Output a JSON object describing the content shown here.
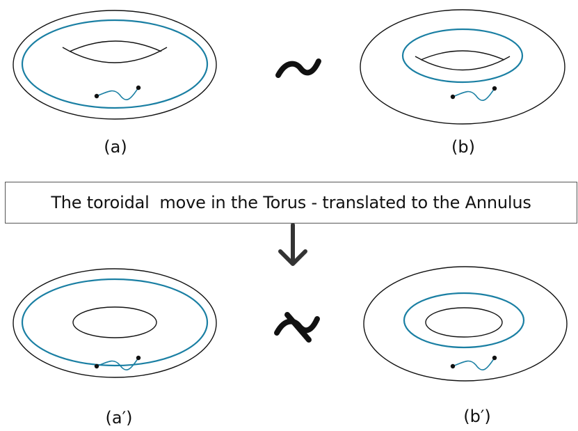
{
  "panels": {
    "a": {
      "label": "(a)"
    },
    "b": {
      "label": "(b)"
    },
    "a_prime": {
      "label": "(a′)"
    },
    "b_prime": {
      "label": "(b′)"
    }
  },
  "banner": {
    "text": "The toroidal  move in the Torus - translated to the Annulus"
  },
  "colors": {
    "curve": "#1a7fa3",
    "outline": "#111111",
    "arrow": "#333333"
  },
  "relations": {
    "top": "equivalent (~)",
    "bottom": "not equivalent (≁)"
  }
}
